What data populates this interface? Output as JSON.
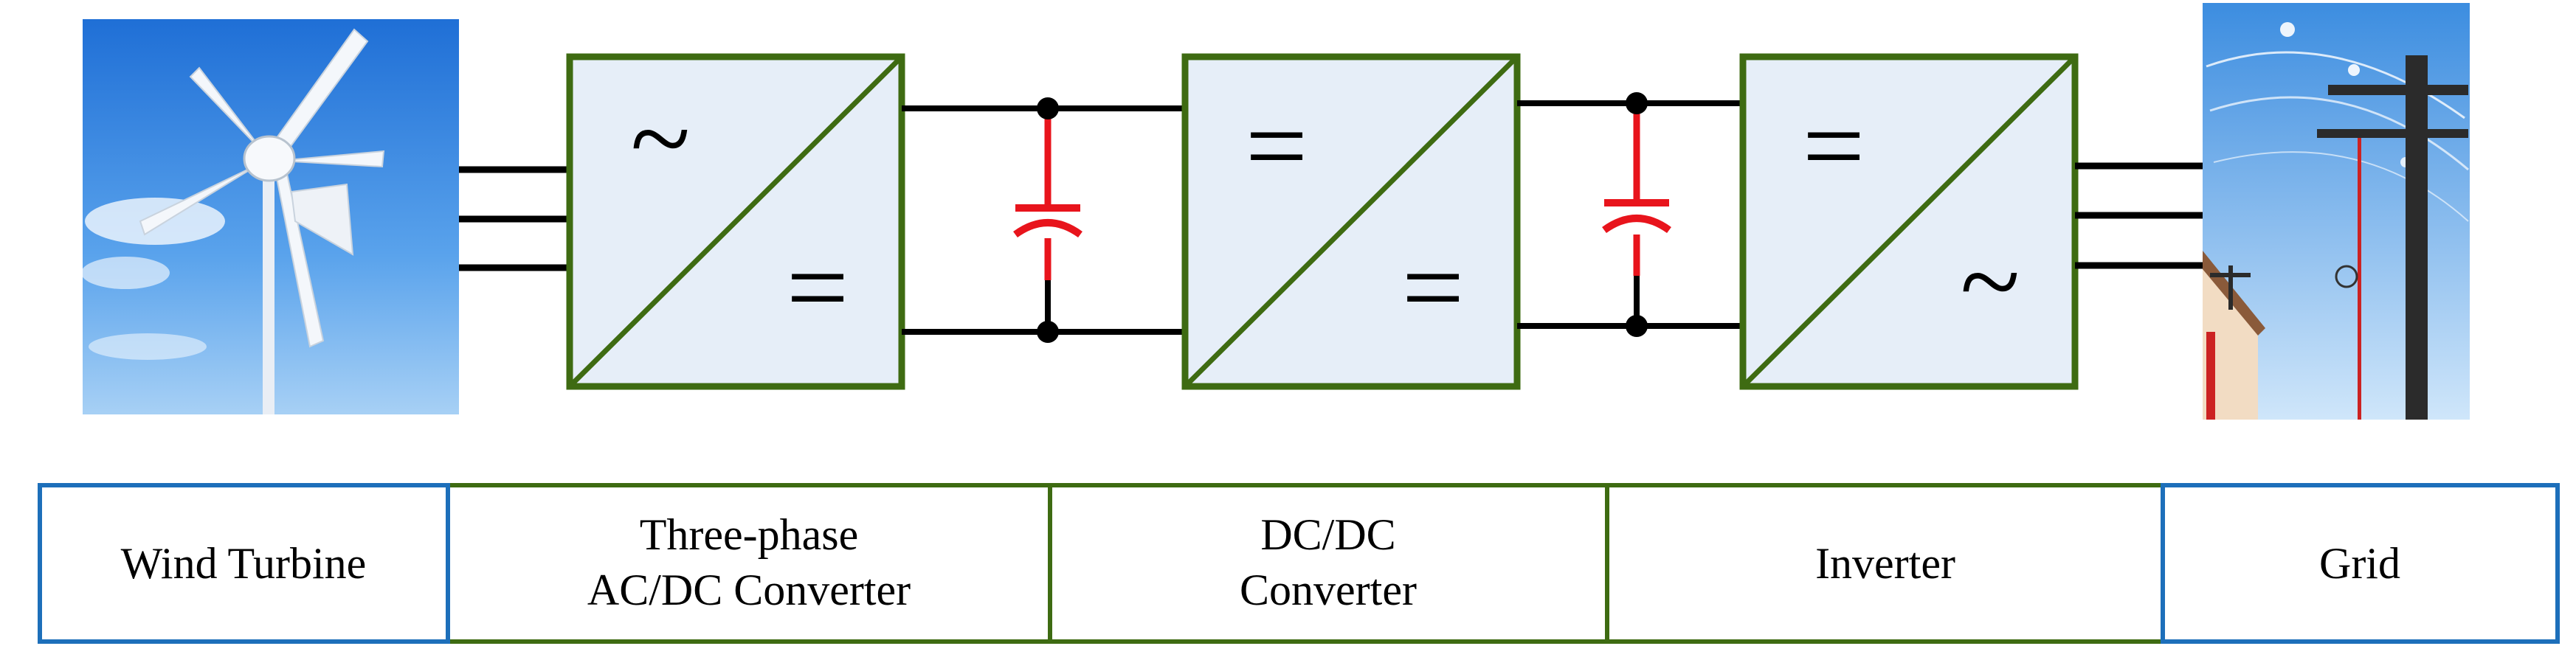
{
  "blocks": [
    {
      "id": "rectifier",
      "input_symbol": "~",
      "output_symbol": "="
    },
    {
      "id": "dcdc",
      "input_symbol": "=",
      "output_symbol": "="
    },
    {
      "id": "inverter",
      "input_symbol": "=",
      "output_symbol": "~"
    }
  ],
  "labels": {
    "wind_turbine": "Wind Turbine",
    "rectifier_line1": "Three-phase",
    "rectifier_line2": "AC/DC Converter",
    "dcdc_line1": "DC/DC",
    "dcdc_line2": "Converter",
    "inverter": "Inverter",
    "grid": "Grid"
  },
  "colors": {
    "converter_border": "#3e6b12",
    "converter_fill": "#e6eef8",
    "capacitor": "#e8141c",
    "end_cell_border": "#1d6fba",
    "wire": "#000000"
  }
}
